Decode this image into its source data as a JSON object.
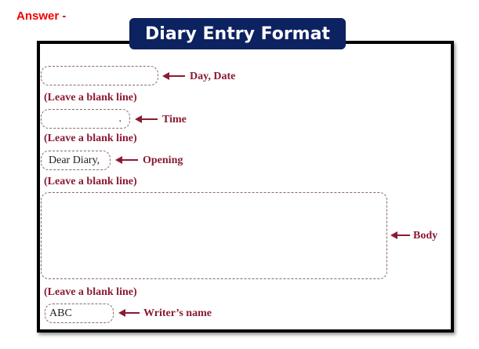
{
  "answer_label": "Answer -",
  "title": "Diary Entry Format",
  "colors": {
    "title_bg": "#0d2260",
    "label": "#8b1a32",
    "answer": "#f20000"
  },
  "blank_line": "(Leave a blank line)",
  "sections": [
    {
      "label": "Day, Date",
      "content": ""
    },
    {
      "label": "Time",
      "content": "."
    },
    {
      "label": "Opening",
      "content": "Dear Diary,"
    },
    {
      "label": "Body",
      "content": ""
    },
    {
      "label": "Writer’s name",
      "content": "ABC"
    }
  ]
}
